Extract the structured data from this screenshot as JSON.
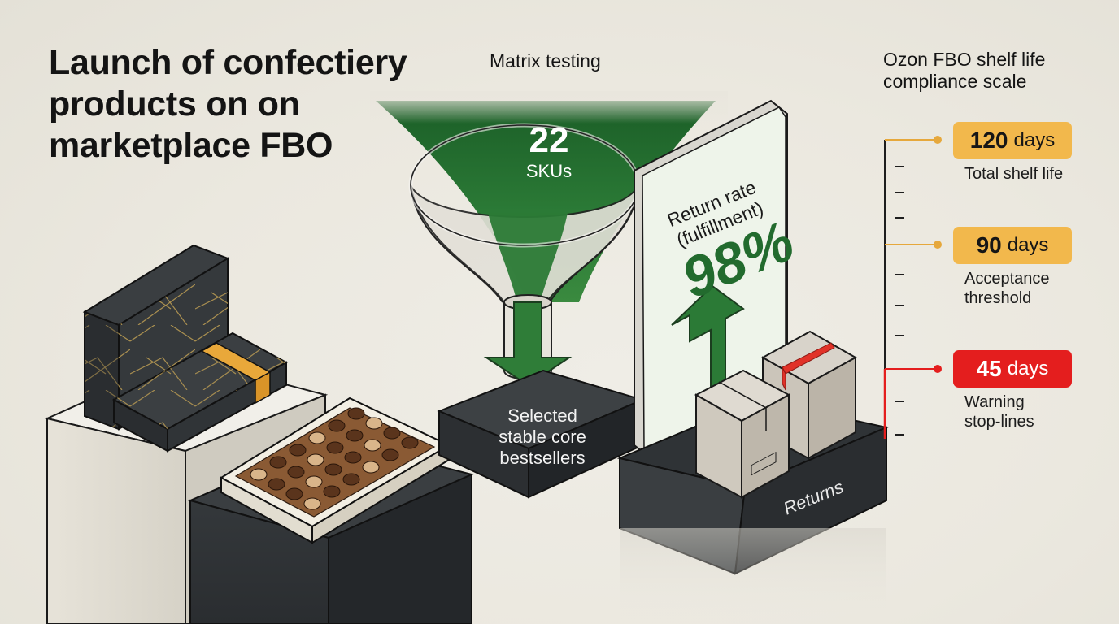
{
  "title": {
    "lines": [
      "Launch of confectiery",
      "products on on",
      "marketplace FBO"
    ]
  },
  "funnel": {
    "label": "Matrix testing",
    "count": "22",
    "unit": "SKUs",
    "pedestal_lines": [
      "Selected",
      "stable core",
      "bestsellers"
    ]
  },
  "return_card": {
    "label_lines": [
      "Return rate",
      "(fulfillment)"
    ],
    "value": "98%",
    "pedestal_label": "Returns"
  },
  "shelf_scale": {
    "title_lines": [
      "Ozon FBO shelf life",
      "compliance scale"
    ],
    "levels": [
      {
        "value": "120",
        "unit": "days",
        "label_lines": [
          "Total shelf life"
        ],
        "color": "#f2b84c"
      },
      {
        "value": "90",
        "unit": "days",
        "label_lines": [
          "Acceptance",
          "threshold"
        ],
        "color": "#f2b84c"
      },
      {
        "value": "45",
        "unit": "days",
        "label_lines": [
          "Warning",
          "stop-lines"
        ],
        "color": "#e41e1e"
      }
    ]
  },
  "colors": {
    "accent_green": "#1f6e2e",
    "amber": "#f2b84c",
    "warning_red": "#e41e1e",
    "dark_block": "#2f3336"
  },
  "icons": [
    "gift-box-icon",
    "chocolate-tray-icon",
    "funnel-icon",
    "arrow-down-icon",
    "arrow-up-icon",
    "parcel-box-icon"
  ]
}
